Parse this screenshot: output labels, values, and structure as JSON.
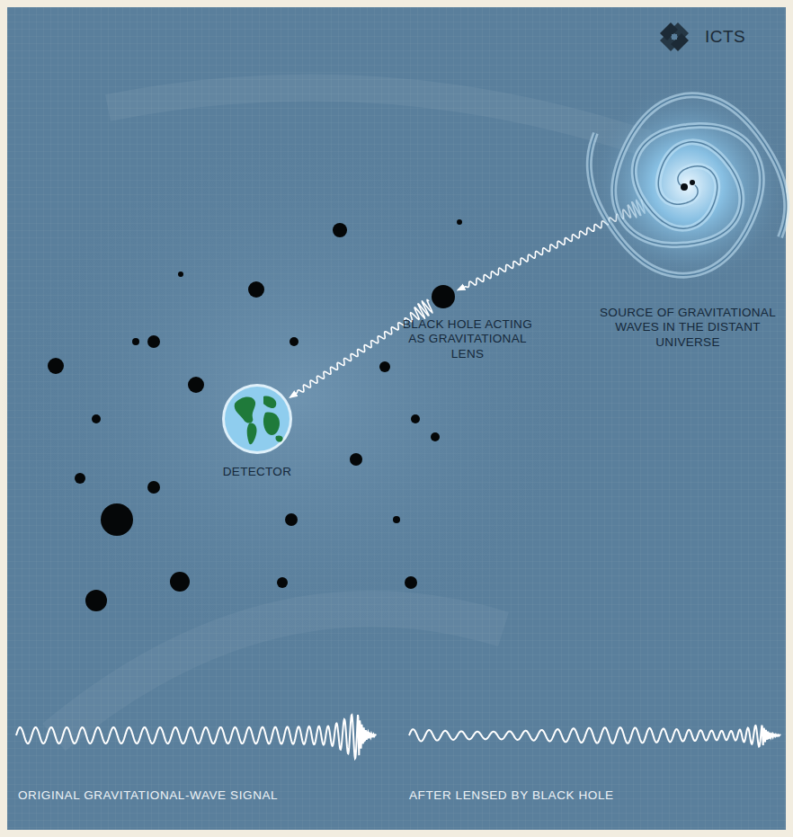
{
  "diagram": {
    "nodes": [
      {
        "text": [
          "SOURCE OF GRAVITATIONAL WAVES IN THE DISTANT UNIVERSE"
        ]
      },
      {
        "text": [
          "BLACK HOLE ACTING AS GRAVITATIONAL LENS"
        ]
      },
      {
        "text": [
          "DETECTOR"
        ]
      }
    ],
    "edges": [
      {
        "from": 0,
        "to": 1,
        "arrow": "to"
      },
      {
        "from": 1,
        "to": 2,
        "arrow": "to"
      }
    ],
    "labels": [
      "ICTS",
      "ORIGINAL GRAVITATIONAL-WAVE SIGNAL",
      "AFTER LENSED BY BLACK HOLE"
    ]
  }
}
